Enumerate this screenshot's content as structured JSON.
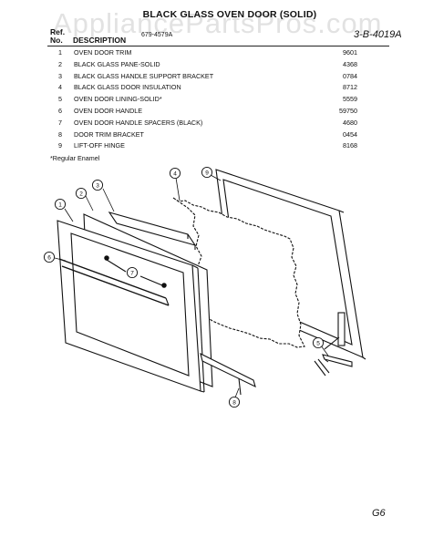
{
  "watermark": "AppliancePartsPros.com",
  "title": "BLACK GLASS OVEN DOOR (SOLID)",
  "header": {
    "ref_line1": "Ref.",
    "ref_line2": "No.",
    "description": "DESCRIPTION",
    "model": "679-4579A",
    "sheet": "3-B-4019A"
  },
  "parts": [
    {
      "no": "1",
      "description": "OVEN DOOR TRIM",
      "part_no": "9601"
    },
    {
      "no": "2",
      "description": "BLACK GLASS PANE-SOLID",
      "part_no": "4368"
    },
    {
      "no": "3",
      "description": "BLACK GLASS HANDLE SUPPORT BRACKET",
      "part_no": "0784"
    },
    {
      "no": "4",
      "description": "BLACK GLASS DOOR INSULATION",
      "part_no": "8712"
    },
    {
      "no": "5",
      "description": "OVEN DOOR LINING-SOLID*",
      "part_no": "5559"
    },
    {
      "no": "6",
      "description": "OVEN DOOR HANDLE",
      "part_no": "59750"
    },
    {
      "no": "7",
      "description": "OVEN DOOR HANDLE SPACERS (Black)",
      "part_no": "4680"
    },
    {
      "no": "8",
      "description": "DOOR TRIM BRACKET",
      "part_no": "0454"
    },
    {
      "no": "9",
      "description": "LIFT-OFF HINGE",
      "part_no": "8168"
    }
  ],
  "footnote": "*Regular Enamel",
  "callouts": [
    "1",
    "2",
    "3",
    "4",
    "5",
    "6",
    "7",
    "8",
    "9"
  ],
  "corner_mark": "G6"
}
